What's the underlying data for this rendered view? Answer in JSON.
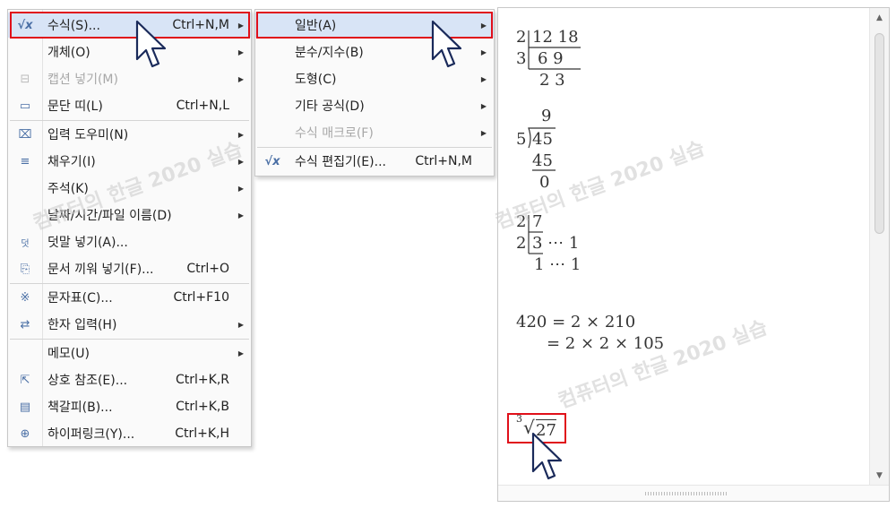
{
  "main_menu": {
    "items": [
      {
        "icon": "sqrt-x-icon",
        "glyph": "√x",
        "label": "수식(S)...",
        "shortcut": "Ctrl+N,M",
        "arrow": "▶",
        "highlighted": true
      },
      {
        "icon": "",
        "glyph": "",
        "label": "개체(O)",
        "shortcut": "",
        "arrow": "▶"
      },
      {
        "icon": "caption-icon",
        "glyph": "⊟",
        "label": "캡션 넣기(M)",
        "shortcut": "",
        "arrow": "▶",
        "disabled": true
      },
      {
        "icon": "paragraph-band-icon",
        "glyph": "▭",
        "label": "문단 띠(L)",
        "shortcut": "Ctrl+N,L",
        "arrow": ""
      },
      {
        "icon": "input-helper-icon",
        "glyph": "⌧",
        "label": "입력 도우미(N)",
        "shortcut": "",
        "arrow": "▶"
      },
      {
        "icon": "fill-icon",
        "glyph": "≡",
        "label": "채우기(I)",
        "shortcut": "",
        "arrow": "▶"
      },
      {
        "icon": "",
        "glyph": "",
        "label": "주석(K)",
        "shortcut": "",
        "arrow": "▶"
      },
      {
        "icon": "",
        "glyph": "",
        "label": "날짜/시간/파일 이름(D)",
        "shortcut": "",
        "arrow": "▶"
      },
      {
        "icon": "overlap-text-icon",
        "glyph": "덧",
        "label": "덧말 넣기(A)...",
        "shortcut": "",
        "arrow": ""
      },
      {
        "icon": "insert-document-icon",
        "glyph": "⎘",
        "label": "문서 끼워 넣기(F)...",
        "shortcut": "Ctrl+O",
        "arrow": ""
      },
      {
        "icon": "symbol-icon",
        "glyph": "※",
        "label": "문자표(C)...",
        "shortcut": "Ctrl+F10",
        "arrow": ""
      },
      {
        "icon": "hanja-icon",
        "glyph": "⇄",
        "label": "한자 입력(H)",
        "shortcut": "",
        "arrow": "▶"
      },
      {
        "icon": "",
        "glyph": "",
        "label": "메모(U)",
        "shortcut": "",
        "arrow": "▶"
      },
      {
        "icon": "cross-reference-icon",
        "glyph": "⇱",
        "label": "상호 참조(E)...",
        "shortcut": "Ctrl+K,R",
        "arrow": ""
      },
      {
        "icon": "bookmark-icon",
        "glyph": "▤",
        "label": "책갈피(B)...",
        "shortcut": "Ctrl+K,B",
        "arrow": ""
      },
      {
        "icon": "hyperlink-icon",
        "glyph": "⊕",
        "label": "하이퍼링크(Y)...",
        "shortcut": "Ctrl+K,H",
        "arrow": ""
      }
    ]
  },
  "sub_menu": {
    "items": [
      {
        "icon": "",
        "glyph": "",
        "label": "일반(A)",
        "shortcut": "",
        "arrow": "▶",
        "highlighted": true
      },
      {
        "icon": "",
        "glyph": "",
        "label": "분수/지수(B)",
        "shortcut": "",
        "arrow": "▶"
      },
      {
        "icon": "",
        "glyph": "",
        "label": "도형(C)",
        "shortcut": "",
        "arrow": "▶"
      },
      {
        "icon": "",
        "glyph": "",
        "label": "기타 공식(D)",
        "shortcut": "",
        "arrow": "▶"
      },
      {
        "icon": "",
        "glyph": "",
        "label": "수식 매크로(F)",
        "shortcut": "",
        "arrow": "▶",
        "disabled": true
      },
      {
        "icon": "sqrt-x-icon",
        "glyph": "√x",
        "label": "수식 편집기(E)...",
        "shortcut": "Ctrl+N,M",
        "arrow": ""
      }
    ]
  },
  "document": {
    "eq1": {
      "d1": "2",
      "d2": "3",
      "r1": "12  18",
      "r2": "6   9",
      "r3": "2   3"
    },
    "eq2": {
      "quotient": "9",
      "divisor": "5",
      "dividend": "45",
      "sub": "45",
      "rem": "0"
    },
    "eq3": {
      "d1": "2",
      "d2": "2",
      "r1": "7",
      "r2": "3 ⋯ 1",
      "r3": "1 ⋯ 1"
    },
    "eq4": {
      "line1": "420 =  2 × 210",
      "line2": "=  2 × 2 × 105"
    },
    "eq5": {
      "index": "3",
      "radical": "√",
      "radicand": "27"
    },
    "watermark": "컴퓨터의 한글 2020 실습"
  },
  "scrollbar": {
    "up": "▲",
    "down": "▼"
  },
  "colors": {
    "highlight": "#d8e4f6",
    "redbox": "#e0101a",
    "accent": "#4a6fa5"
  }
}
